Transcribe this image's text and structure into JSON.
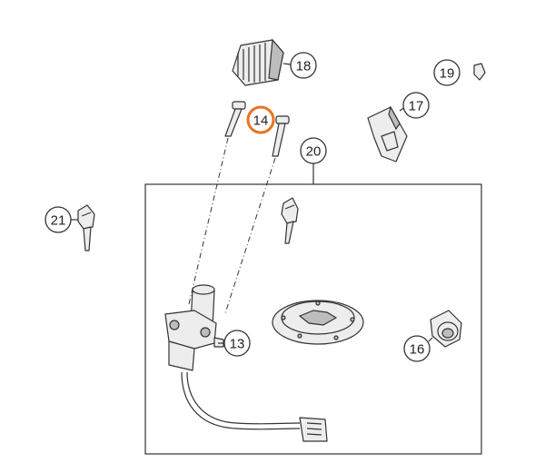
{
  "diagram": {
    "callouts": [
      {
        "id": "13",
        "label": "13"
      },
      {
        "id": "14",
        "label": "14"
      },
      {
        "id": "16",
        "label": "16"
      },
      {
        "id": "17",
        "label": "17"
      },
      {
        "id": "18",
        "label": "18"
      },
      {
        "id": "19",
        "label": "19"
      },
      {
        "id": "20",
        "label": "20"
      },
      {
        "id": "21",
        "label": "21"
      }
    ],
    "highlighted_callout": "14",
    "colors": {
      "highlight": "#e8731e",
      "outline": "#333333",
      "part_fill": "#ededed"
    }
  }
}
